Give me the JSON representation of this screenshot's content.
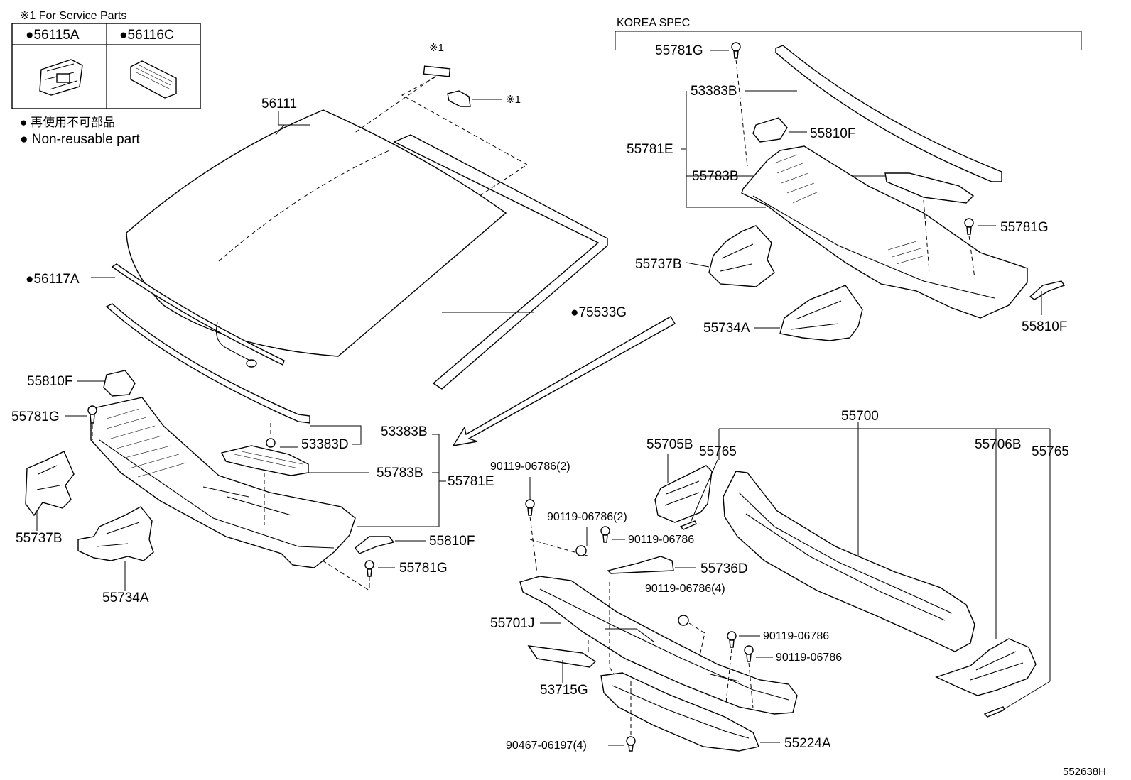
{
  "service_note": "※1 For Service Parts",
  "service_table": {
    "col1": "●56115A",
    "col2": "●56116C"
  },
  "legend": {
    "line1": "● 再使用不可部品",
    "line2": "● Non-reusable part"
  },
  "korea_spec": "KOREA SPEC",
  "marker": "※1",
  "diagram_id": "552638H",
  "labels": {
    "p56111": "56111",
    "p56117A": "●56117A",
    "p75533G": "●75533G",
    "p55810F_a": "55810F",
    "p55781G_a": "55781G",
    "p53383D": "53383D",
    "p53383B_a": "53383B",
    "p55783B_a": "55783B",
    "p55781E_a": "55781E",
    "p55737B_a": "55737B",
    "p55734A_a": "55734A",
    "p55810F_b": "55810F",
    "p55781G_b": "55781G",
    "k55781G_top": "55781G",
    "k53383B": "53383B",
    "k55810F_top": "55810F",
    "k55781E": "55781E",
    "k55783B": "55783B",
    "k55781G_right": "55781G",
    "k55737B": "55737B",
    "k55734A": "55734A",
    "k55810F_bottom": "55810F",
    "p55700": "55700",
    "p55705B": "55705B",
    "p55765_a": "55765",
    "p55706B": "55706B",
    "p55765_b": "55765",
    "b90119_2a": "90119-06786(2)",
    "b90119_2b": "90119-06786(2)",
    "b90119_a": "90119-06786",
    "p55736D": "55736D",
    "b90119_4": "90119-06786(4)",
    "p55701J": "55701J",
    "b90119_b": "90119-06786",
    "b90119_c": "90119-06786",
    "p53715G": "53715G",
    "b90467": "90467-06197(4)",
    "p55224A": "55224A"
  }
}
